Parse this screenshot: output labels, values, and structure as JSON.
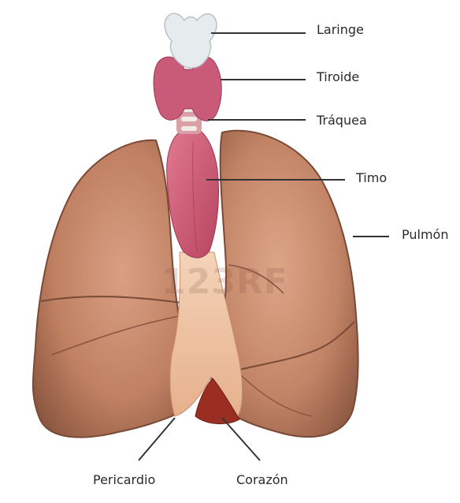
{
  "labels": {
    "laringe": "Laringe",
    "tiroide": "Tiroide",
    "traquea": "Tráquea",
    "timo": "Timo",
    "pulmon": "Pulmón",
    "pericardio": "Pericardio",
    "corazon": "Corazón"
  },
  "watermark": "123RF",
  "colors": {
    "lung": "#b8785a",
    "lung_light": "#d9a083",
    "lung_dark": "#7a4a36",
    "thyroid": "#c95a78",
    "thymus": "#cc5a72",
    "larynx": "#e6ecee",
    "pericardium": "#f0c7a8",
    "heart": "#9a2e22",
    "leader_line": "#333333"
  },
  "icons": {
    "larynx": "larynx-shape",
    "thyroid": "thyroid-shape",
    "trachea": "trachea-rings",
    "thymus": "thymus-shape",
    "lungs": "lung-shapes",
    "pericardium": "pericardium-shape",
    "heart": "heart-shape"
  }
}
